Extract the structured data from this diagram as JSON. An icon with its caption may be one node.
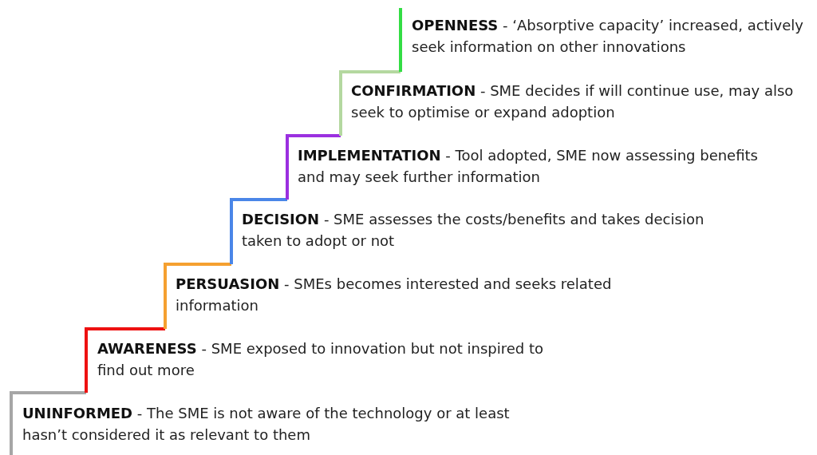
{
  "diagram": {
    "labels": [
      "**OPENNESS** - ‘Absorptive capacity’ increased, actively seek information on other innovations",
      "**CONFIRMATION** - SME decides if will continue use, may also seek to optimise or expand adoption",
      "**IMPLEMENTATION** - Tool adopted, SME now assessing benefits and may seek further information",
      "**DECISION** - SME assesses the costs/benefits and takes decision taken to adopt or not",
      "**PERSUASION** - SMEs becomes interested and seeks related information",
      "**AWARENESS** - SME exposed to innovation but not inspired to find out more",
      "**UNINFORMED** - The SME is not aware of the technology or at least hasn’t considered it as relevant to them"
    ]
  }
}
